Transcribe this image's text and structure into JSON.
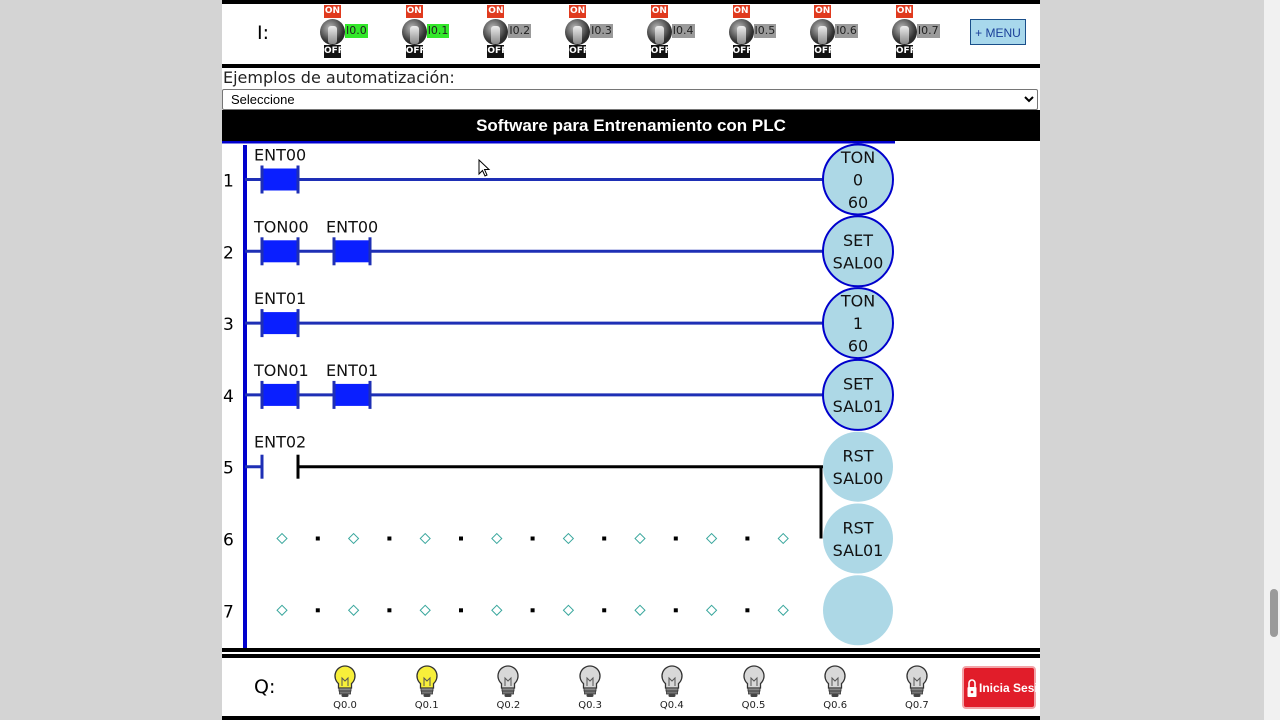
{
  "inputs": {
    "label": "I:",
    "on_text": "ON",
    "off_text": "OFF",
    "switches": [
      {
        "addr": "I0.0",
        "active": true
      },
      {
        "addr": "I0.1",
        "active": true
      },
      {
        "addr": "I0.2",
        "active": false
      },
      {
        "addr": "I0.3",
        "active": false
      },
      {
        "addr": "I0.4",
        "active": false
      },
      {
        "addr": "I0.5",
        "active": false
      },
      {
        "addr": "I0.6",
        "active": false
      },
      {
        "addr": "I0.7",
        "active": false
      }
    ],
    "menu_label": "+ MENU"
  },
  "examples": {
    "label": "Ejemplos de automatización:",
    "selected": "Seleccione"
  },
  "title": "Software para Entrenamiento con PLC",
  "ladder": {
    "rungs": [
      {
        "number": "1",
        "energized": true,
        "contacts": [
          {
            "label": "ENT00",
            "state": "on"
          }
        ],
        "coil": {
          "lines": [
            "TON",
            "0",
            "60"
          ],
          "energized": true
        }
      },
      {
        "number": "2",
        "energized": true,
        "contacts": [
          {
            "label": "TON00",
            "state": "on"
          },
          {
            "label": "ENT00",
            "state": "on"
          }
        ],
        "coil": {
          "lines": [
            "SET",
            "SAL00"
          ],
          "energized": true
        }
      },
      {
        "number": "3",
        "energized": true,
        "contacts": [
          {
            "label": "ENT01",
            "state": "on"
          }
        ],
        "coil": {
          "lines": [
            "TON",
            "1",
            "60"
          ],
          "energized": true
        }
      },
      {
        "number": "4",
        "energized": true,
        "contacts": [
          {
            "label": "TON01",
            "state": "on"
          },
          {
            "label": "ENT01",
            "state": "on"
          }
        ],
        "coil": {
          "lines": [
            "SET",
            "SAL01"
          ],
          "energized": true
        }
      },
      {
        "number": "5",
        "energized": false,
        "contacts": [
          {
            "label": "ENT02",
            "state": "off"
          }
        ],
        "coil": {
          "lines": [
            "RST",
            "SAL00"
          ],
          "energized": false
        }
      },
      {
        "number": "6",
        "energized": false,
        "empty": true,
        "contacts": [],
        "coil": {
          "lines": [
            "RST",
            "SAL01"
          ],
          "energized": false
        }
      },
      {
        "number": "7",
        "energized": false,
        "empty": true,
        "contacts": [],
        "coil": {
          "lines": [],
          "energized": false
        }
      }
    ]
  },
  "outputs": {
    "label": "Q:",
    "bulbs": [
      {
        "addr": "Q0.0",
        "on": true
      },
      {
        "addr": "Q0.1",
        "on": true
      },
      {
        "addr": "Q0.2",
        "on": false
      },
      {
        "addr": "Q0.3",
        "on": false
      },
      {
        "addr": "Q0.4",
        "on": false
      },
      {
        "addr": "Q0.5",
        "on": false
      },
      {
        "addr": "Q0.6",
        "on": false
      },
      {
        "addr": "Q0.7",
        "on": false
      }
    ],
    "login_label": "Inicia Sesión"
  },
  "colors": {
    "rail": "#0000cc",
    "wire_active": "#1e2fb5",
    "contact_on": "#0a1fff",
    "coil_fill": "#add8e6",
    "coil_border": "#0000cc",
    "grid_diamond": "#3aa79d",
    "bulb_on": "#f7ef3a",
    "bulb_off": "#d8d8d8",
    "input_active": "#33e82a"
  }
}
